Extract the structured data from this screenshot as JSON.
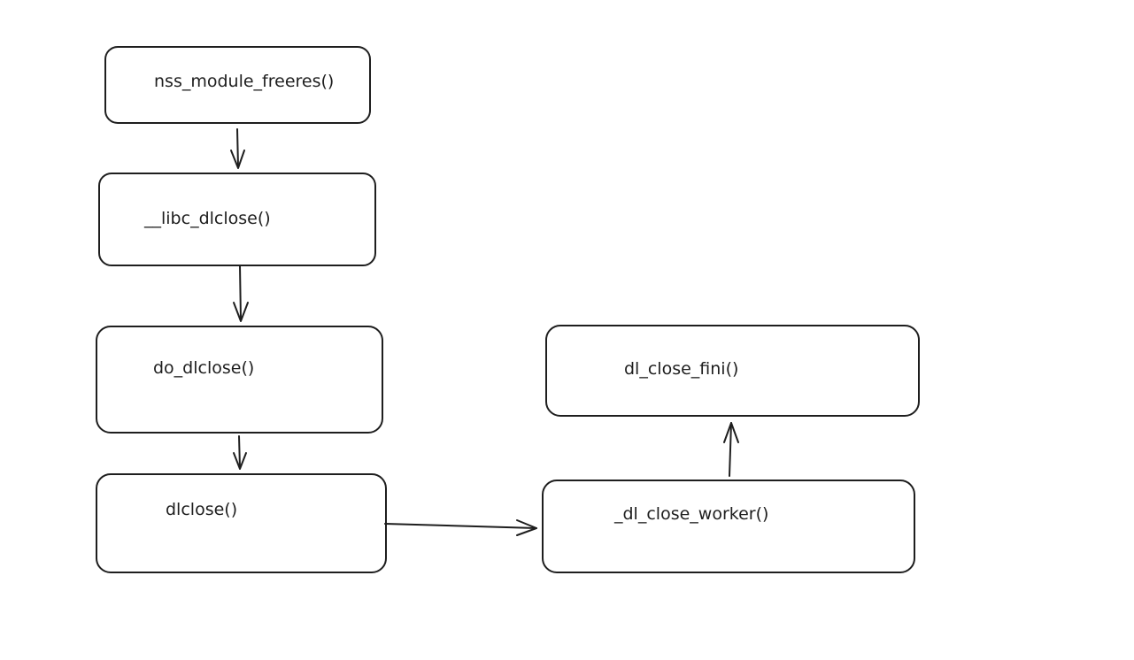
{
  "diagram": {
    "nodes": [
      {
        "id": "nss",
        "label": "nss_module_freeres()"
      },
      {
        "id": "libc",
        "label": "__libc_dlclose()"
      },
      {
        "id": "do",
        "label": "do_dlclose()"
      },
      {
        "id": "dlc",
        "label": "dlclose()"
      },
      {
        "id": "fini",
        "label": "dl_close_fini()"
      },
      {
        "id": "worker",
        "label": "_dl_close_worker()"
      }
    ],
    "edges": [
      {
        "from": "nss",
        "to": "libc"
      },
      {
        "from": "libc",
        "to": "do"
      },
      {
        "from": "do",
        "to": "dlc"
      },
      {
        "from": "dlc",
        "to": "worker"
      },
      {
        "from": "worker",
        "to": "fini"
      }
    ]
  }
}
